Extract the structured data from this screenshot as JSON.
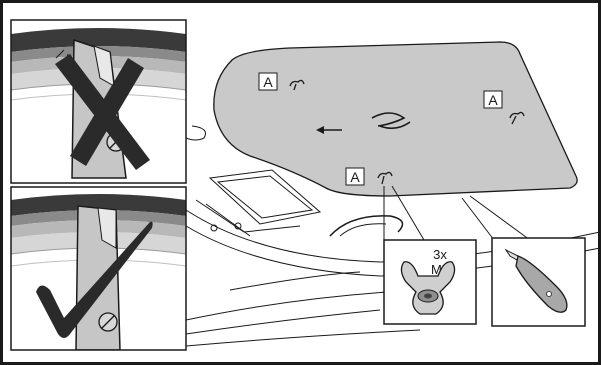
{
  "labels": {
    "part_a_1": "A",
    "part_a_2": "A",
    "part_a_3": "A",
    "qty": "3x",
    "size": "M5"
  },
  "icons": {
    "wrong": "cross-mark-icon",
    "correct": "check-mark-icon",
    "wing_nut": "wing-nut-icon",
    "utility_knife": "utility-knife-icon",
    "direction_arrow": "arrow-left-icon",
    "logo_mark": "logo-emblem-icon"
  },
  "colors": {
    "panel_fill": "#c9c9c9",
    "line": "#1a1a1a",
    "light_gray": "#d9d9d9",
    "mid_gray": "#a8a8a8",
    "dark_band": "#3a3a3a"
  }
}
